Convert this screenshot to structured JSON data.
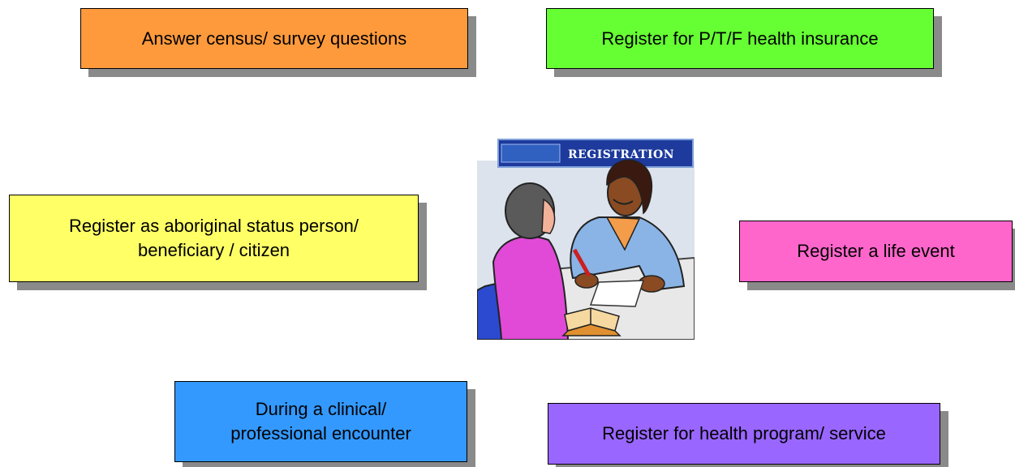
{
  "boxes": {
    "census": {
      "label": "Answer census/ survey questions",
      "color": "#ff9a3c"
    },
    "insurance": {
      "label": "Register for P/T/F health insurance",
      "color": "#66ff33"
    },
    "aboriginal": {
      "line1": "Register as aboriginal status person/",
      "line2": "beneficiary / citizen",
      "color": "#ffff66"
    },
    "life_event": {
      "label": "Register a life event",
      "color": "#ff66cc"
    },
    "clinical": {
      "line1": "During a clinical/",
      "line2": "professional encounter",
      "color": "#3399ff"
    },
    "program": {
      "label": "Register for health program/ service",
      "color": "#9966ff"
    }
  },
  "clipart": {
    "banner_text": "REGISTRATION",
    "icon": "registration-clipart-icon"
  }
}
